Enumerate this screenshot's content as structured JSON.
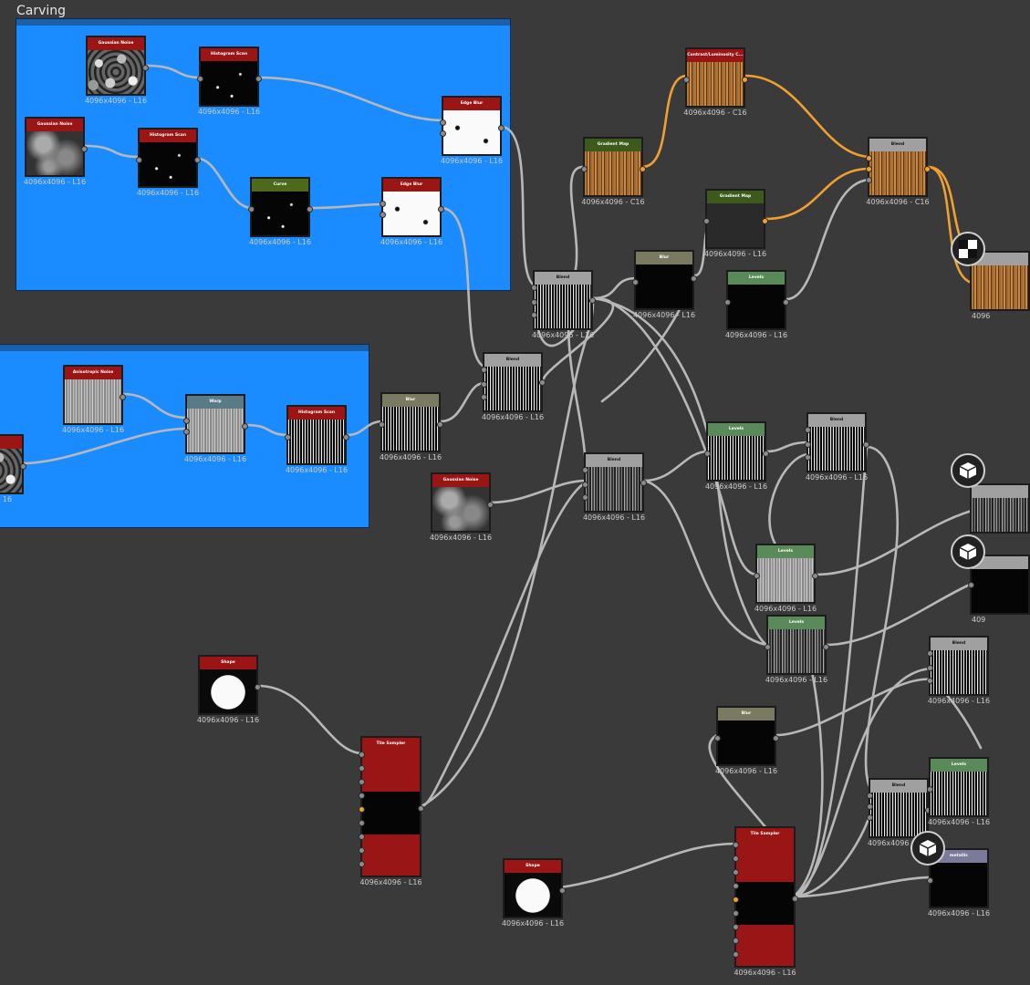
{
  "frames": [
    {
      "id": "frame-carving",
      "title": "Carving"
    },
    {
      "id": "frame-lower",
      "title": ""
    }
  ],
  "nodes": {
    "gauss1": {
      "title": "Gaussian Noise",
      "caption": "4096x4096 - L16",
      "color": "#9b1515"
    },
    "hist1": {
      "title": "Histogram Scan",
      "caption": "4096x4096 - L16",
      "color": "#9b1515"
    },
    "gauss2": {
      "title": "Gaussian Noise",
      "caption": "4096x4096 - L16",
      "color": "#9b1515"
    },
    "hist2": {
      "title": "Histogram Scan",
      "caption": "4096x4096 - L16",
      "color": "#9b1515"
    },
    "curve": {
      "title": "Curve",
      "caption": "4096x4096 - L16",
      "color": "#4d6a1c"
    },
    "edgeblur1": {
      "title": "Edge Blur",
      "caption": "4096x4096 - L16",
      "color": "#9b1515"
    },
    "edgeblur2": {
      "title": "Edge Blur",
      "caption": "4096x4096 - L16",
      "color": "#9b1515"
    },
    "contrast": {
      "title": "Contrast/Luminosity C...",
      "caption": "4096x4096 - C16",
      "color": "#9b1515"
    },
    "gradmap1": {
      "title": "Gradient Map",
      "caption": "4096x4096 - C16",
      "color": "#3c5a1a"
    },
    "gradmap2": {
      "title": "Gradient Map",
      "caption": "4096x4096 - L16",
      "color": "#3c5a1a"
    },
    "blend_top": {
      "title": "Blend",
      "caption": "4096x4096 - C16",
      "color": "#a0a0a0"
    },
    "blend1": {
      "title": "Blend",
      "caption": "4096x4096 - L16",
      "color": "#a0a0a0"
    },
    "blur1": {
      "title": "Blur",
      "caption": "4096x4096 - L16",
      "color": "#7a7a60"
    },
    "levels1": {
      "title": "Levels",
      "caption": "4096x4096 - L16",
      "color": "#5a8a5a"
    },
    "blend2": {
      "title": "Blend",
      "caption": "4096x4096 - L16",
      "color": "#a0a0a0"
    },
    "aniso": {
      "title": "Anisotropic Noise",
      "caption": "4096x4096 - L16",
      "color": "#9b1515"
    },
    "warp": {
      "title": "Warp",
      "caption": "4096x4096 - L16",
      "color": "#5a7a88"
    },
    "hist3": {
      "title": "Histogram Scan",
      "caption": "4096x4096 - L16",
      "color": "#9b1515"
    },
    "partial": {
      "title": "",
      "caption": "16",
      "color": "#9b1515"
    },
    "blur2": {
      "title": "Blur",
      "caption": "4096x4096 - L16",
      "color": "#7a7a60"
    },
    "gauss3": {
      "title": "Gaussian Noise",
      "caption": "4096x4096 - L16",
      "color": "#9b1515"
    },
    "blend3": {
      "title": "Blend",
      "caption": "4096x4096 - L16",
      "color": "#a0a0a0"
    },
    "levels2": {
      "title": "Levels",
      "caption": "4096x4096 - L16",
      "color": "#5a8a5a"
    },
    "blend4": {
      "title": "Blend",
      "caption": "4096x4096 - L16",
      "color": "#a0a0a0"
    },
    "levels3": {
      "title": "Levels",
      "caption": "4096x4096 - L16",
      "color": "#5a8a5a"
    },
    "levels4": {
      "title": "Levels",
      "caption": "4096x4096 - L16",
      "color": "#5a8a5a"
    },
    "shape1": {
      "title": "Shape",
      "caption": "4096x4096 - L16",
      "color": "#9b1515"
    },
    "tile1": {
      "title": "Tile Sampler",
      "caption": "4096x4096 - L16",
      "color": "#9b1515"
    },
    "blur3": {
      "title": "Blur",
      "caption": "4096x4096 - L16",
      "color": "#7a7a60"
    },
    "shape2": {
      "title": "Shape",
      "caption": "4096x4096 - L16",
      "color": "#9b1515"
    },
    "tile2": {
      "title": "Tile Sampler",
      "caption": "4096x4096 - L16",
      "color": "#9b1515"
    },
    "blend5": {
      "title": "Blend",
      "caption": "4096x4096 - L16",
      "color": "#a0a0a0"
    },
    "blend6": {
      "title": "Blend",
      "caption": "4096x4096 - L16",
      "color": "#a0a0a0"
    },
    "levels5": {
      "title": "Levels",
      "caption": "4096x4096 - L16",
      "color": "#5a8a5a"
    },
    "metallic": {
      "title": "metallic",
      "caption": "4096x4096 - L16",
      "color": "#7a7a9a"
    },
    "edge_a": {
      "title": "",
      "caption": "4096",
      "color": "#a0a0a0"
    },
    "edge_b": {
      "title": "",
      "caption": "",
      "color": "#a0a0a0"
    },
    "edge_c": {
      "title": "",
      "caption": "409",
      "color": "#a0a0a0"
    }
  },
  "icons": {
    "output_a": "checker-output-icon",
    "output_b": "cube-output-icon",
    "output_c": "cube-output-icon",
    "output_d": "cube-output-icon"
  },
  "colors": {
    "canvas": "#3a3a3a",
    "frame": "#1a8cff",
    "wire": "#b0b0b0",
    "wire_color": "#f0a030"
  }
}
